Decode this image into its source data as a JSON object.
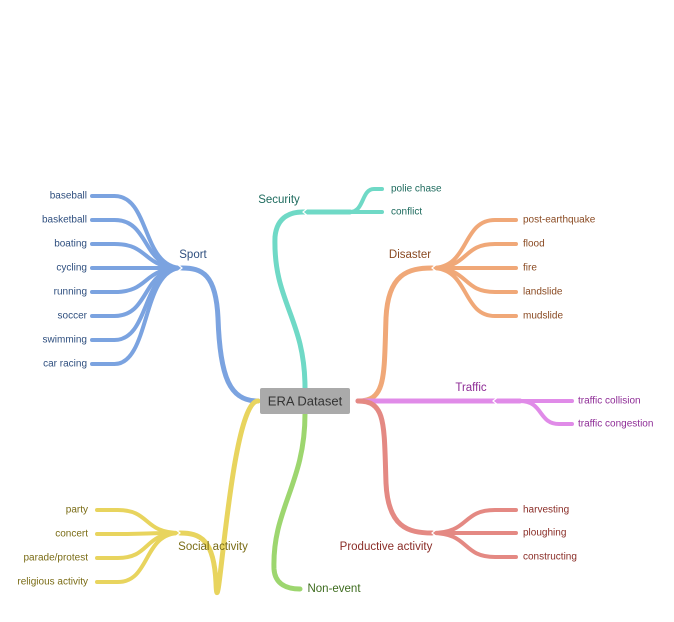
{
  "root": {
    "label": "ERA Dataset",
    "fill": "#aaaaaa",
    "text_color": "#333333"
  },
  "branches": [
    {
      "id": "sport",
      "label": "Sport",
      "color": "#7ba3e0",
      "text_color": "#2f4f7f",
      "children": [
        "baseball",
        "basketball",
        "boating",
        "cycling",
        "running",
        "soccer",
        "swimming",
        "car racing"
      ]
    },
    {
      "id": "security",
      "label": "Security",
      "color": "#6fd9c6",
      "text_color": "#1e6b5e",
      "children": [
        "polie chase",
        "conflict"
      ]
    },
    {
      "id": "disaster",
      "label": "Disaster",
      "color": "#f0a878",
      "text_color": "#8a4a22",
      "children": [
        "post-earthquake",
        "flood",
        "fire",
        "landslide",
        "mudslide"
      ]
    },
    {
      "id": "traffic",
      "label": "Traffic",
      "color": "#e08be8",
      "text_color": "#8e2c96",
      "children": [
        "traffic collision",
        "traffic congestion"
      ]
    },
    {
      "id": "productive",
      "label": "Productive activity",
      "color": "#e48983",
      "text_color": "#8a2d27",
      "children": [
        "harvesting",
        "ploughing",
        "constructing"
      ]
    },
    {
      "id": "nonevent",
      "label": "Non-event",
      "color": "#9dd66f",
      "text_color": "#3d6b1e",
      "children": []
    },
    {
      "id": "social",
      "label": "Social activity",
      "color": "#e8d45e",
      "text_color": "#7a6c16",
      "children": [
        "party",
        "concert",
        "parade/protest",
        "religious activity"
      ]
    }
  ]
}
